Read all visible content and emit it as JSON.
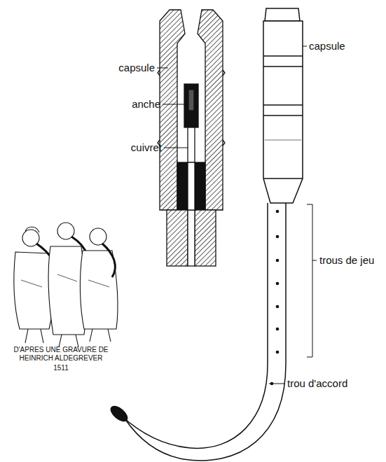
{
  "diagram": {
    "labels": [
      "capsule",
      "anche",
      "cuivret",
      "capsule",
      "trous de jeu",
      "trou d'accord",
      "D'APRES UNE GRAVURE DE HEINRICH ALDEGREVER",
      "1511"
    ]
  }
}
